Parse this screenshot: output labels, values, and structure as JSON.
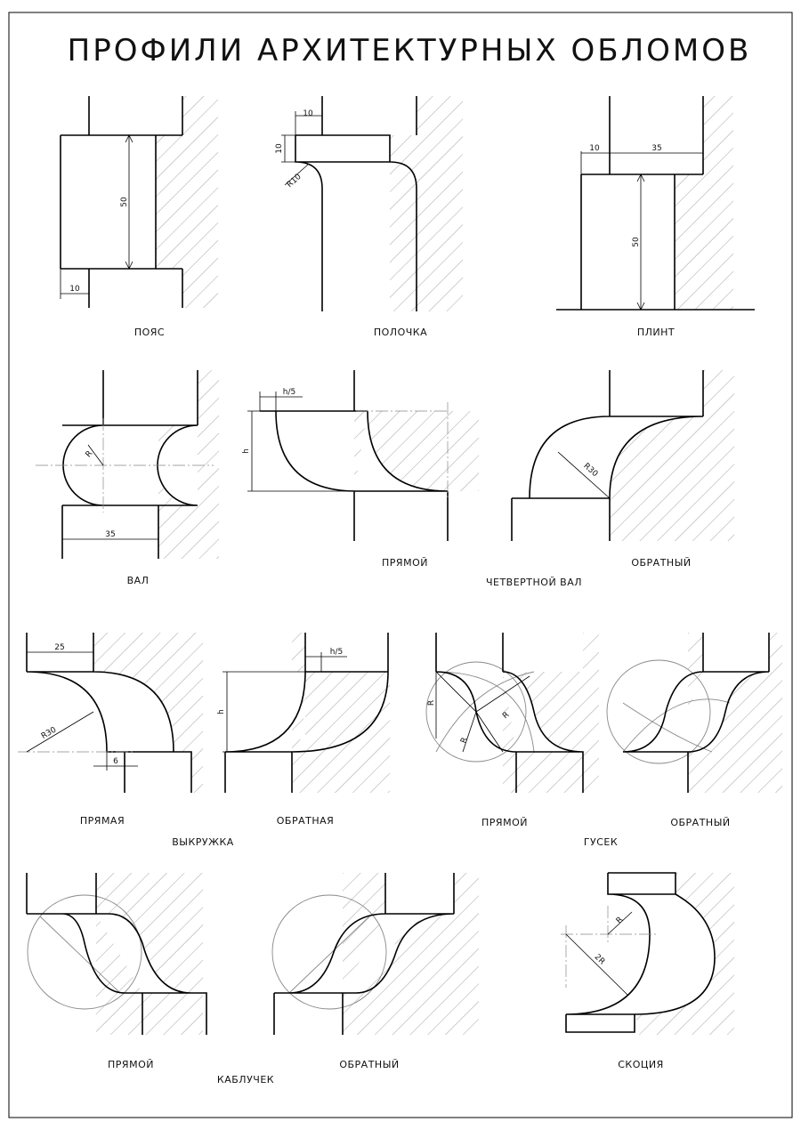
{
  "title": "ПРОФИЛИ АРХИТЕКТУРНЫХ ОБЛОМОВ",
  "colors": {
    "line": "#000000",
    "hatch": "#9a9a9a",
    "construction": "#888888",
    "background": "#ffffff"
  },
  "captions": {
    "poyas": "ПОЯС",
    "polochka": "ПОЛОЧКА",
    "plint": "ПЛИНТ",
    "val": "ВАЛ",
    "quarter_direct": "ПРЯМОЙ",
    "quarter_reverse": "ОБРАТНЫЙ",
    "quarter_group": "ЧЕТВЕРТНОЙ ВАЛ",
    "vykruzhka_direct": "ПРЯМАЯ",
    "vykruzhka_reverse": "ОБРАТНАЯ",
    "vykruzhka_group": "ВЫКРУЖКА",
    "gusek_direct": "ПРЯМОЙ",
    "gusek_reverse": "ОБРАТНЫЙ",
    "gusek_group": "ГУСЕК",
    "kabluchek_direct": "ПРЯМОЙ",
    "kabluchek_reverse": "ОБРАТНЫЙ",
    "kabluchek_group": "КАБЛУЧЕК",
    "skotsiya": "СКОЦИЯ"
  },
  "dims": {
    "poyas_height": "50",
    "poyas_offset": "10",
    "polochka_width": "10",
    "polochka_height": "10",
    "polochka_radius": "R10",
    "plint_offset": "10",
    "plint_width": "35",
    "plint_height": "50",
    "val_radius": "R",
    "val_width": "35",
    "quarter_offset": "h/5",
    "quarter_height": "h",
    "quarter_radius": "R30",
    "vykruzhka_width": "25",
    "vykruzhka_radius": "R30",
    "vykruzhka_step": "6",
    "vykruzhka_offset": "h/5",
    "vykruzhka_height": "h",
    "gusek_r1": "R",
    "gusek_r2": "R",
    "gusek_r3": "R",
    "skotsiya_r": "R",
    "skotsiya_2r": "2R"
  }
}
